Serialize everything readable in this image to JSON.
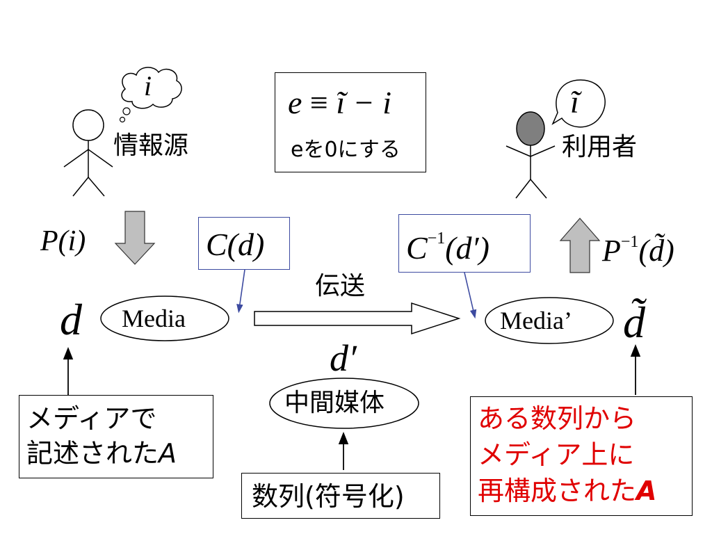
{
  "colors": {
    "ink": "#000000",
    "accent_red": "#e00000",
    "blue_line": "#3c4aa0",
    "arrow_gray": "#bfbfbf",
    "head_gray": "#7f7f7f"
  },
  "source": {
    "label": "情報源",
    "thought": "i"
  },
  "user": {
    "label": "利用者",
    "speech": "ĩ"
  },
  "error_box": {
    "equation_lhs": "e",
    "equation_op": "≡",
    "equation_itilde": "ĩ",
    "equation_rest": "− i",
    "caption": "eを0にする"
  },
  "process": {
    "P": "P(i)",
    "C_d": "C(d)",
    "C_inv_base": "C",
    "C_inv_sup": "−1",
    "C_inv_arg": "(d′)",
    "P_inv_base": "P",
    "P_inv_sup": "−1",
    "P_inv_arg": "(d̃)"
  },
  "media": {
    "left_symbol": "d",
    "left_label": "Media",
    "right_label": "Media’",
    "right_symbol": "d̃"
  },
  "transmission": {
    "label": "伝送",
    "symbol": "d′",
    "intermediate": "中間媒体"
  },
  "bottom": {
    "left_line1": "メディアで",
    "left_line2": "記述された",
    "left_A": "A",
    "center": "数列(符号化)",
    "right_line1": "ある数列から",
    "right_line2": "メディア上に",
    "right_line3": "再構成された",
    "right_A": "A"
  }
}
